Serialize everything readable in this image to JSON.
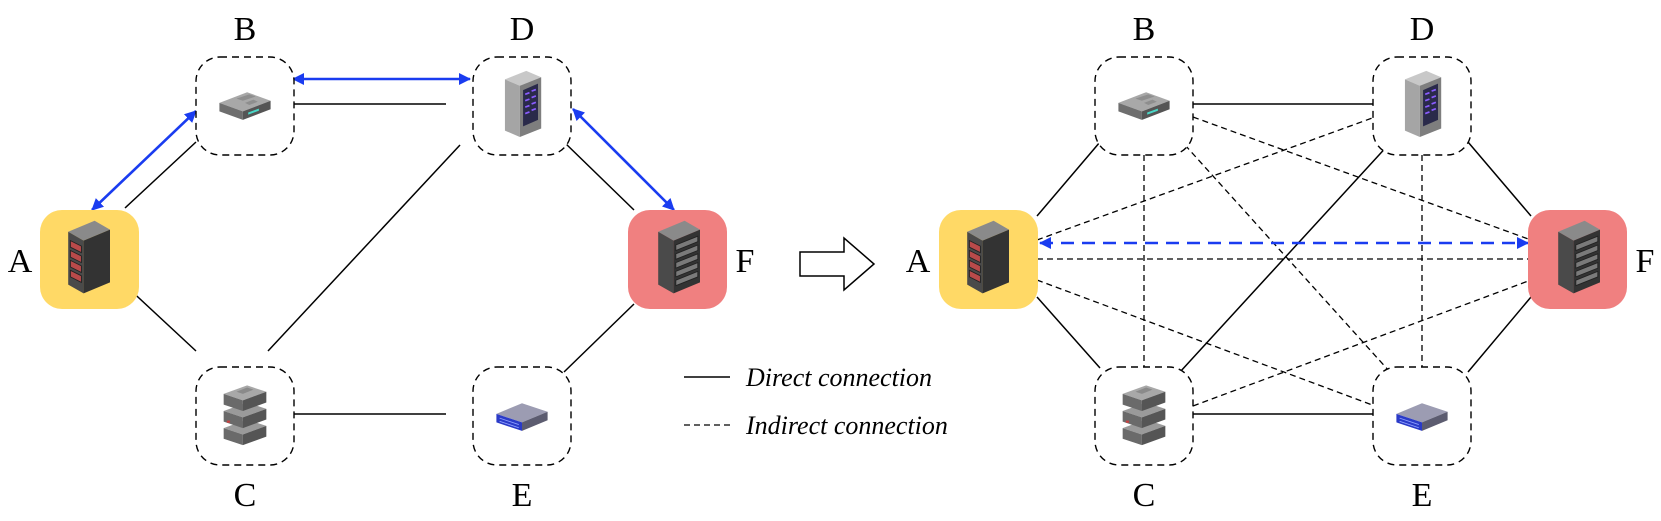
{
  "nodes": {
    "A": {
      "label": "A",
      "icon": "rack-server-icon",
      "highlight": "#ffd966"
    },
    "B": {
      "label": "B",
      "icon": "router-icon"
    },
    "C": {
      "label": "C",
      "icon": "stacked-server-icon"
    },
    "D": {
      "label": "D",
      "icon": "tower-server-icon"
    },
    "E": {
      "label": "E",
      "icon": "network-switch-icon"
    },
    "F": {
      "label": "F",
      "icon": "rack-server-icon",
      "highlight": "#f08080"
    }
  },
  "legend": {
    "direct": "Direct connection",
    "indirect": "Indirect connection"
  },
  "colors": {
    "arrow": "#1a3cf0",
    "source_highlight": "#ffd966",
    "target_highlight": "#f08080"
  },
  "connections": {
    "direct": [
      [
        "A",
        "B"
      ],
      [
        "B",
        "D"
      ],
      [
        "A",
        "C"
      ],
      [
        "C",
        "D"
      ],
      [
        "C",
        "E"
      ],
      [
        "D",
        "F"
      ],
      [
        "E",
        "F"
      ]
    ],
    "path_left": [
      [
        "A",
        "B"
      ],
      [
        "B",
        "D"
      ],
      [
        "D",
        "F"
      ]
    ],
    "indirect_right": [
      [
        "A",
        "D"
      ],
      [
        "A",
        "E"
      ],
      [
        "A",
        "F"
      ],
      [
        "B",
        "C"
      ],
      [
        "B",
        "E"
      ],
      [
        "B",
        "F"
      ],
      [
        "C",
        "F"
      ],
      [
        "D",
        "E"
      ]
    ],
    "path_right": [
      [
        "A",
        "F"
      ]
    ]
  },
  "transform_icon": "right-arrow-icon"
}
